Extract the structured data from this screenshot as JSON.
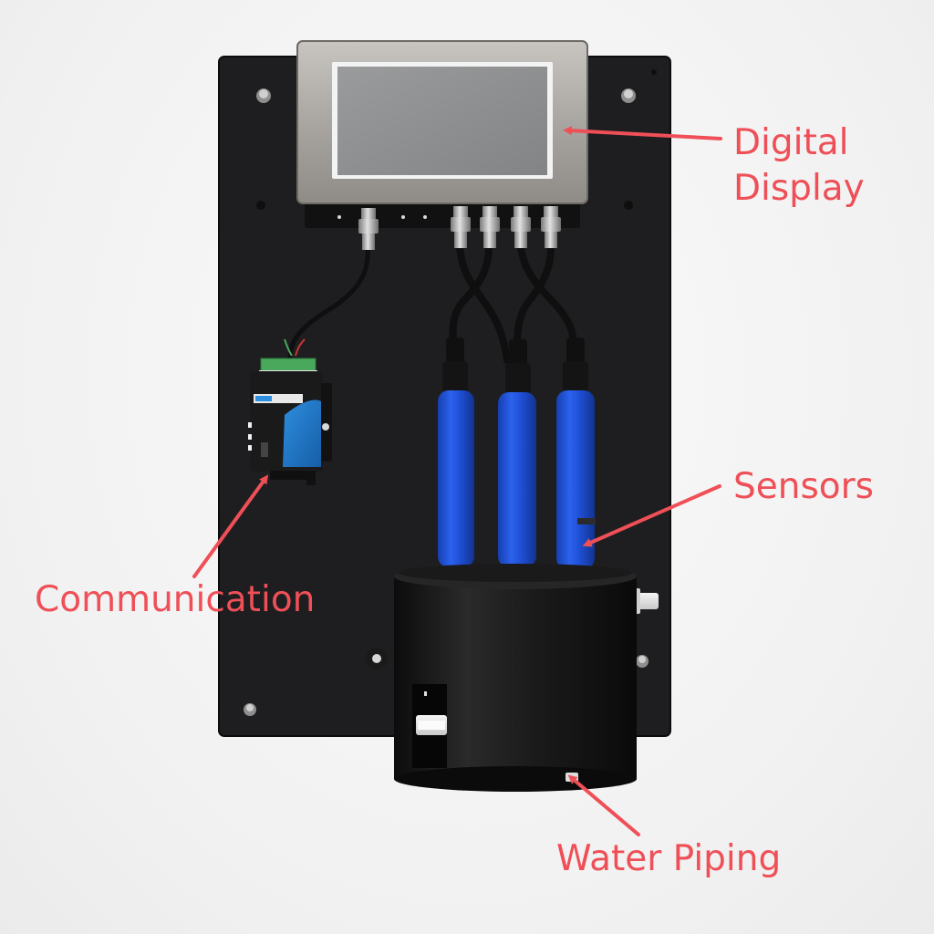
{
  "labels": {
    "digital_display_line1": "Digital",
    "digital_display_line2": "Display",
    "sensors": "Sensors",
    "communication": "Communication",
    "water_piping": "Water Piping"
  },
  "colors": {
    "annotation": "#ef4f57",
    "panel": "#1e1e20",
    "display_bezel": "#a9a6a2",
    "display_screen": "#8d8e8f",
    "sensor_body": "#1f4fd6",
    "comm_module": "#1f78c8",
    "terminal_block": "#49a85b",
    "housing": "#151515",
    "fitting": "#e8e8e8",
    "background": "#f3f3f3"
  },
  "icons": {
    "arrows": "arrow-icon"
  }
}
